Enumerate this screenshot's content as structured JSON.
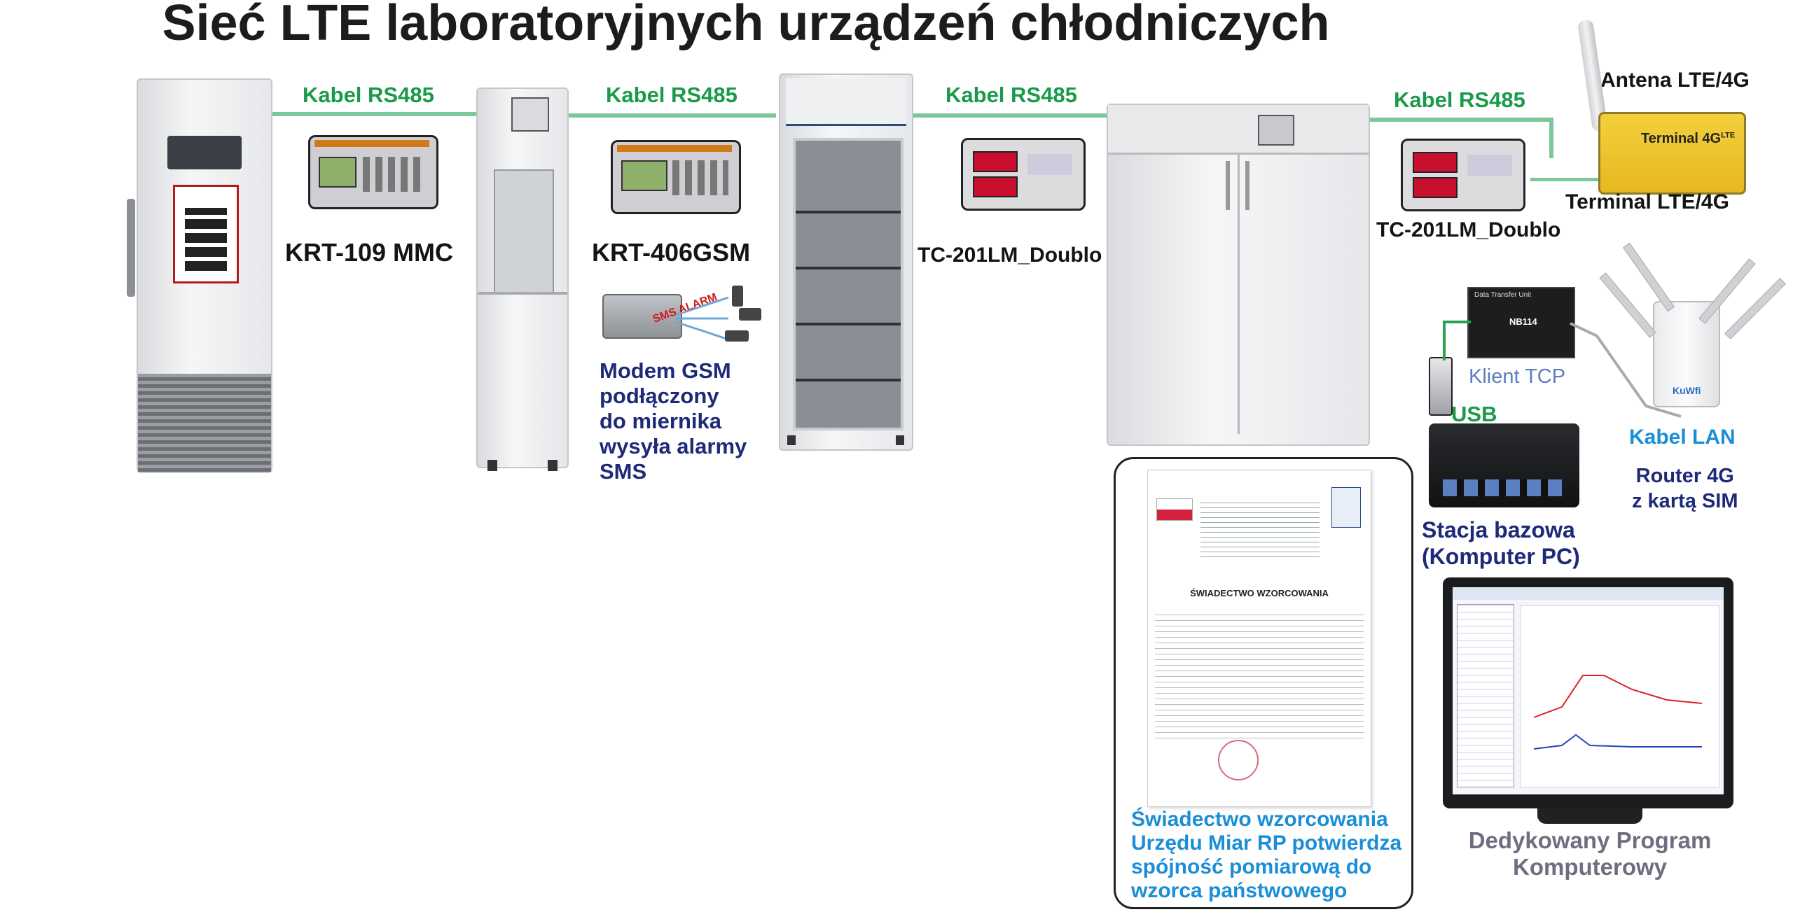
{
  "title": "Sieć LTE laboratoryjnych urządzeń chłodniczych",
  "cables": [
    "Kabel RS485",
    "Kabel RS485",
    "Kabel RS485",
    "Kabel RS485"
  ],
  "devices": {
    "krt109": "KRT-109 MMC",
    "krt406": "KRT-406GSM",
    "tc201_a": "TC-201LM_Doublo",
    "tc201_b": "TC-201LM_Doublo"
  },
  "modem": {
    "sms_tag": "SMS ALARM",
    "lines": [
      "Modem GSM",
      "podłączony",
      "do miernika",
      "wysyła alarmy",
      "SMS"
    ]
  },
  "antenna": "Antena LTE/4G",
  "terminal": {
    "label": "Terminal LTE/4G",
    "device_text": "Terminal 4G",
    "device_sup": "LTE"
  },
  "data_unit": {
    "header": "Data Transfer Unit",
    "model": "NB114"
  },
  "client_tcp": "Klient TCP",
  "usb": "USB",
  "kabel_lan": "Kabel LAN",
  "router": [
    "Router 4G",
    "z kartą SIM"
  ],
  "router_brand": "KuWfi",
  "base_station": [
    "Stacja bazowa",
    "(Komputer PC)"
  ],
  "certificate": {
    "heading": "ŚWIADECTWO WZORCOWANIA",
    "caption": [
      "Świadectwo wzorcowania",
      "Urzędu Miar RP potwierdza",
      "spójność pomiarową do",
      "wzorca państwowego"
    ]
  },
  "program": [
    "Dedykowany Program",
    "Komputerowy"
  ],
  "colors": {
    "cable_green": "#1a9a4a",
    "navy_text": "#1e2a78",
    "blue_text": "#1b8ed6",
    "gray_text": "#6e6e80"
  }
}
